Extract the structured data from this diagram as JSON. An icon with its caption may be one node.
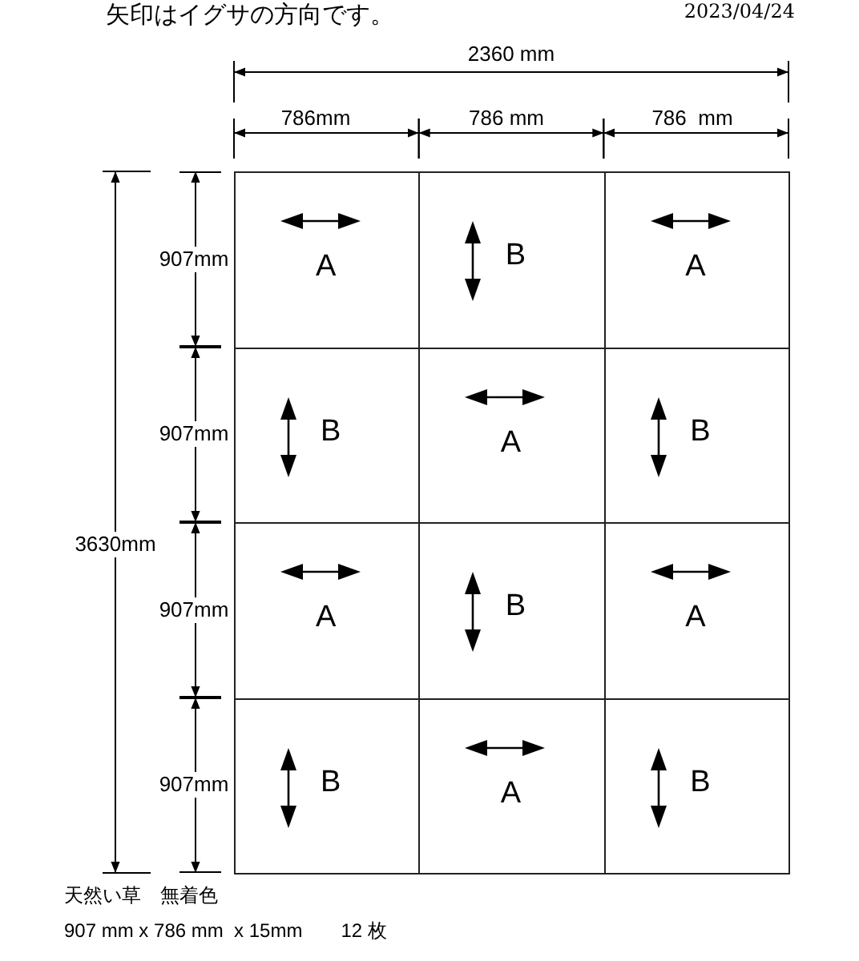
{
  "diagram": {
    "nodes": [
      {
        "text": [
          "A"
        ]
      },
      {
        "text": [
          "B"
        ]
      },
      {
        "text": [
          "A"
        ]
      },
      {
        "text": [
          "B"
        ]
      },
      {
        "text": [
          "A"
        ]
      },
      {
        "text": [
          "B"
        ]
      },
      {
        "text": [
          "A"
        ]
      },
      {
        "text": [
          "B"
        ]
      },
      {
        "text": [
          "A"
        ]
      },
      {
        "text": [
          "B"
        ]
      },
      {
        "text": [
          "A"
        ]
      },
      {
        "text": [
          "B"
        ]
      }
    ],
    "labels": [
      "矢印はイグサの方向です。",
      "2023/04/24",
      "2360 mm",
      "786mm",
      "786 mm",
      "786  mm",
      "3630mm",
      "907mm",
      "907mm",
      "907mm",
      "907mm",
      "天然い草　無着色",
      "907 mm x 786 mm  x 15mm　　12 枚"
    ]
  }
}
